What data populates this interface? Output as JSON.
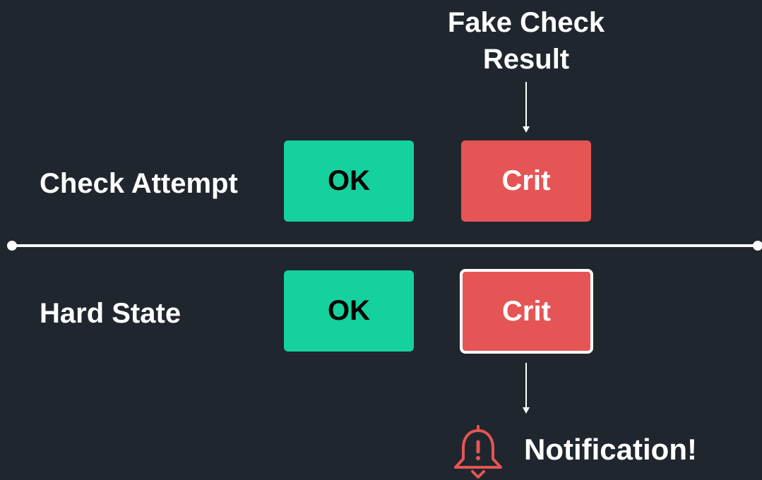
{
  "header": {
    "fake_check_label": "Fake Check Result"
  },
  "rows": {
    "check_attempt": {
      "label": "Check Attempt",
      "first_state": "OK",
      "second_state": "Crit"
    },
    "hard_state": {
      "label": "Hard State",
      "first_state": "OK",
      "second_state": "Crit"
    }
  },
  "notification": {
    "label": "Notification!",
    "icon": "bell-alert-icon"
  },
  "colors": {
    "background": "#20262e",
    "ok": "#15d19e",
    "crit": "#e65555",
    "line": "#ffffff"
  }
}
